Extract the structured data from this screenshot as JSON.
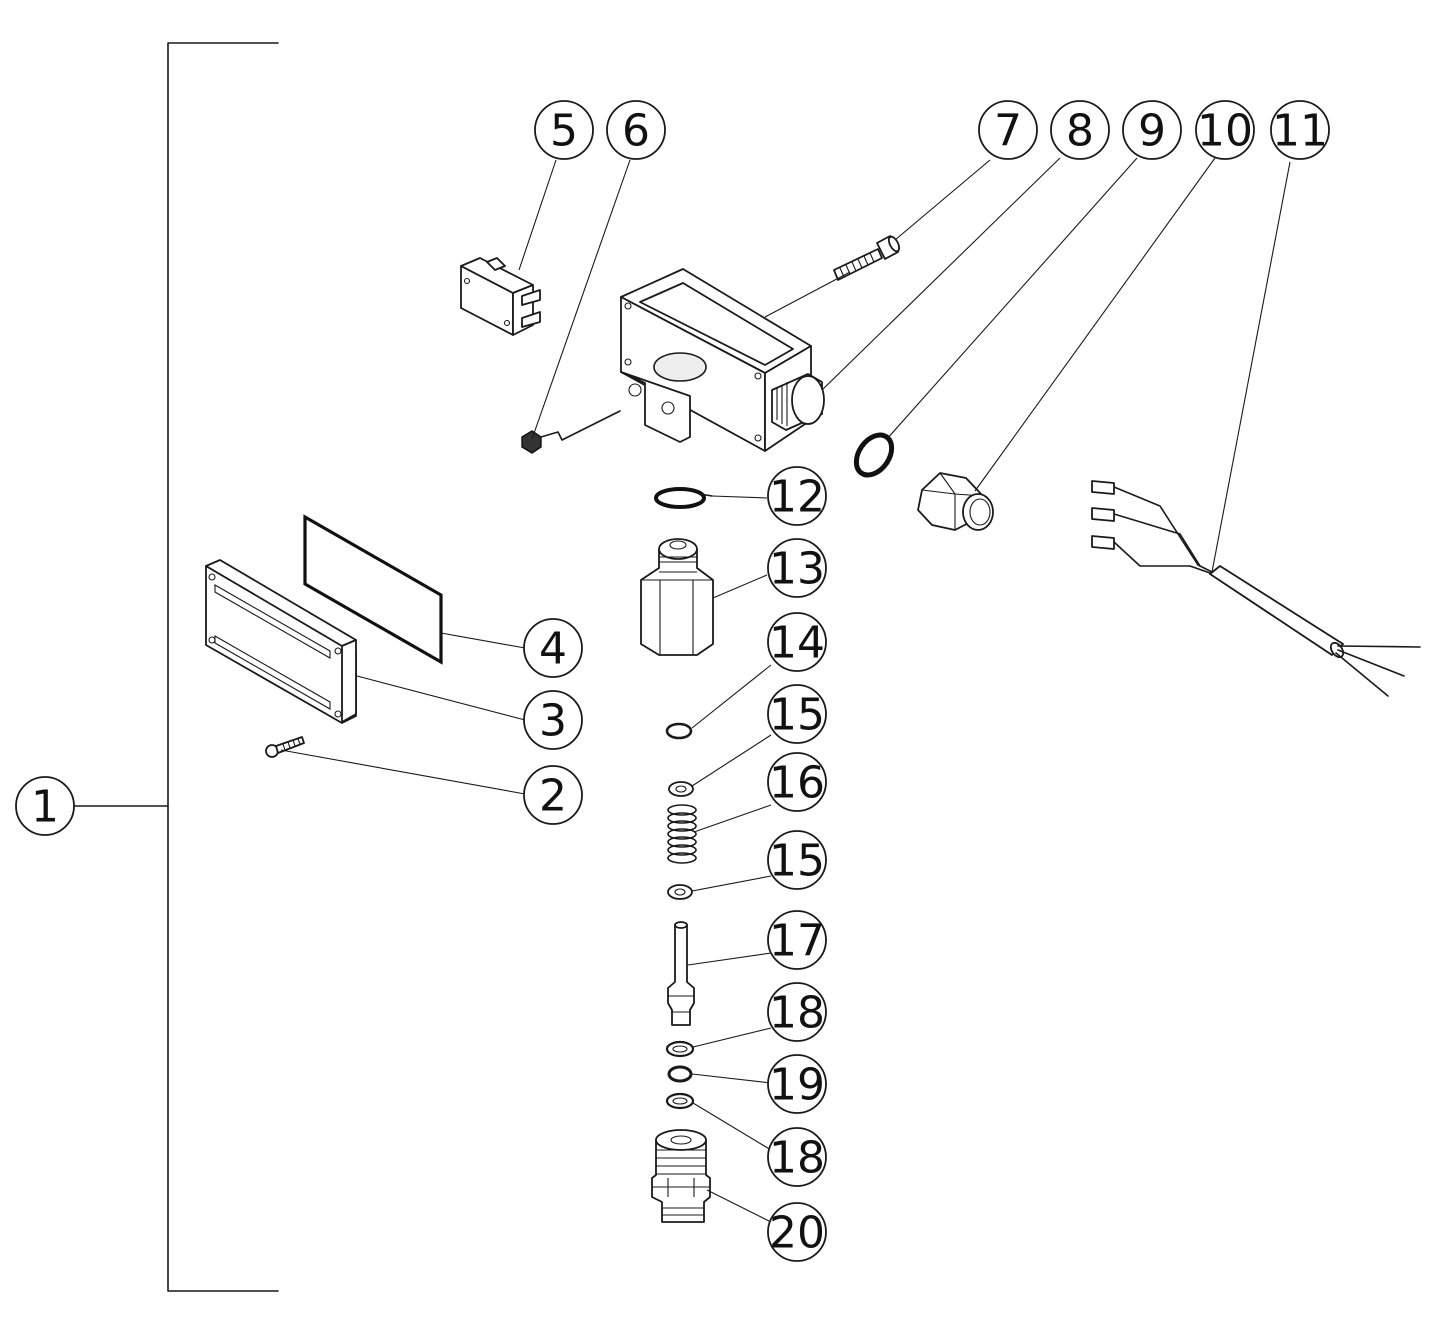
{
  "callouts": [
    {
      "id": "c1",
      "label": "1"
    },
    {
      "id": "c2",
      "label": "2"
    },
    {
      "id": "c3",
      "label": "3"
    },
    {
      "id": "c4",
      "label": "4"
    },
    {
      "id": "c5",
      "label": "5"
    },
    {
      "id": "c6",
      "label": "6"
    },
    {
      "id": "c7",
      "label": "7"
    },
    {
      "id": "c8",
      "label": "8"
    },
    {
      "id": "c9",
      "label": "9"
    },
    {
      "id": "c10",
      "label": "10"
    },
    {
      "id": "c11",
      "label": "11"
    },
    {
      "id": "c12",
      "label": "12"
    },
    {
      "id": "c13",
      "label": "13"
    },
    {
      "id": "c14",
      "label": "14"
    },
    {
      "id": "c15a",
      "label": "15"
    },
    {
      "id": "c16",
      "label": "16"
    },
    {
      "id": "c15b",
      "label": "15"
    },
    {
      "id": "c17",
      "label": "17"
    },
    {
      "id": "c18a",
      "label": "18"
    },
    {
      "id": "c19",
      "label": "19"
    },
    {
      "id": "c18b",
      "label": "18"
    },
    {
      "id": "c20",
      "label": "20"
    }
  ]
}
